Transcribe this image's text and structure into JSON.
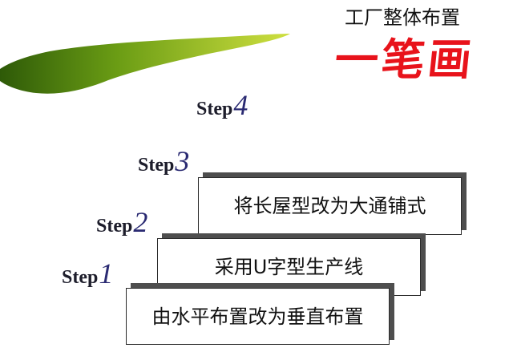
{
  "title": "工厂整体布置",
  "subtitle": "一笔画",
  "steps": [
    {
      "label": "Step",
      "number": "1",
      "text": "由水平布置改为垂直布置"
    },
    {
      "label": "Step",
      "number": "2",
      "text": "采用U字型生产线"
    },
    {
      "label": "Step",
      "number": "3",
      "text": "将长屋型改为大通铺式"
    },
    {
      "label": "Step",
      "number": "4"
    }
  ],
  "colors": {
    "subtitle_red": "#e8131b",
    "step_number": "#2a2a72",
    "box_shadow": "#4e4e4e",
    "brush_dark": "#2e5a08",
    "brush_mid": "#6a9c14",
    "brush_light": "#cfe040"
  }
}
